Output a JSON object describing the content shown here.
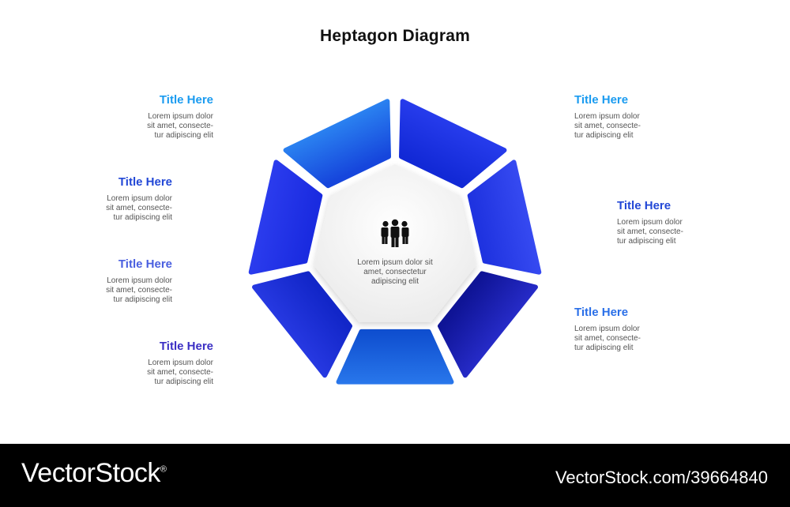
{
  "title": "Heptagon Diagram",
  "center": {
    "icon": "people-group-icon",
    "text_lines": [
      "Lorem ipsum dolor sit",
      "amet, consectetur",
      "adipiscing elit"
    ]
  },
  "labels": [
    {
      "id": "left-1",
      "side": "left",
      "title": "Title Here",
      "color": "#1a9bf0",
      "lines": [
        "Lorem ipsum dolor",
        "sit amet, consecte-",
        "tur adipiscing elit"
      ]
    },
    {
      "id": "left-2",
      "side": "left",
      "title": "Title Here",
      "color": "#2348d6",
      "lines": [
        "Lorem ipsum dolor",
        "sit amet, consecte-",
        "tur adipiscing elit"
      ]
    },
    {
      "id": "left-3",
      "side": "left",
      "title": "Title Here",
      "color": "#4a5fe0",
      "lines": [
        "Lorem ipsum dolor",
        "sit amet, consecte-",
        "tur adipiscing elit"
      ]
    },
    {
      "id": "left-4",
      "side": "left",
      "title": "Title Here",
      "color": "#3b2fc4",
      "lines": [
        "Lorem ipsum dolor",
        "sit amet, consecte-",
        "tur adipiscing elit"
      ]
    },
    {
      "id": "right-1",
      "side": "right",
      "title": "Title Here",
      "color": "#1a9bf0",
      "lines": [
        "Lorem ipsum dolor",
        "sit amet, consecte-",
        "tur adipiscing elit"
      ]
    },
    {
      "id": "right-2",
      "side": "right",
      "title": "Title Here",
      "color": "#2348d6",
      "lines": [
        "Lorem ipsum dolor",
        "sit amet, consecte-",
        "tur adipiscing elit"
      ]
    },
    {
      "id": "right-3",
      "side": "right",
      "title": "Title Here",
      "color": "#2a6fe8",
      "lines": [
        "Lorem ipsum dolor",
        "sit amet, consecte-",
        "tur adipiscing elit"
      ]
    }
  ],
  "segments": [
    {
      "name": "segment-top-left",
      "light": "#2a3ff0",
      "dark": "#1229d6"
    },
    {
      "name": "segment-top-right",
      "light": "#3a4ef4",
      "dark": "#1f33e0"
    },
    {
      "name": "segment-right",
      "light": "#2a2fd0",
      "dark": "#0f1496"
    },
    {
      "name": "segment-bottom-right",
      "light": "#2d7ef0",
      "dark": "#0f4fd0"
    },
    {
      "name": "segment-bottom",
      "light": "#2a3ce6",
      "dark": "#1226c8"
    },
    {
      "name": "segment-bottom-left",
      "light": "#2e3ff0",
      "dark": "#1a2be0"
    },
    {
      "name": "segment-left",
      "light": "#2e8cf4",
      "dark": "#1646dc"
    }
  ],
  "footer": {
    "brand": "VectorStock",
    "registered": "®",
    "credit": "VectorStock.com/39664840"
  }
}
